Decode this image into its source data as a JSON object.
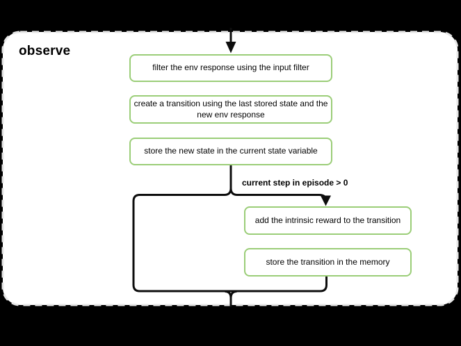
{
  "diagram": {
    "title": "observe",
    "colors": {
      "background": "#000000",
      "frame_fill": "#ffffff",
      "frame_dash": "#e6e6e6",
      "node_border": "#9acd77",
      "node_fill": "#ffffff",
      "connector": "#0d0d0d",
      "text": "#000000"
    },
    "nodes": [
      {
        "label": "filter the env response using the input filter"
      },
      {
        "label": "create a transition using the last stored state and the new env response"
      },
      {
        "label": "store the new state in the current state variable"
      },
      {
        "label": "add the intrinsic reward to the transition"
      },
      {
        "label": "store the transition in the memory"
      }
    ],
    "edge_label": "current step in episode > 0"
  }
}
